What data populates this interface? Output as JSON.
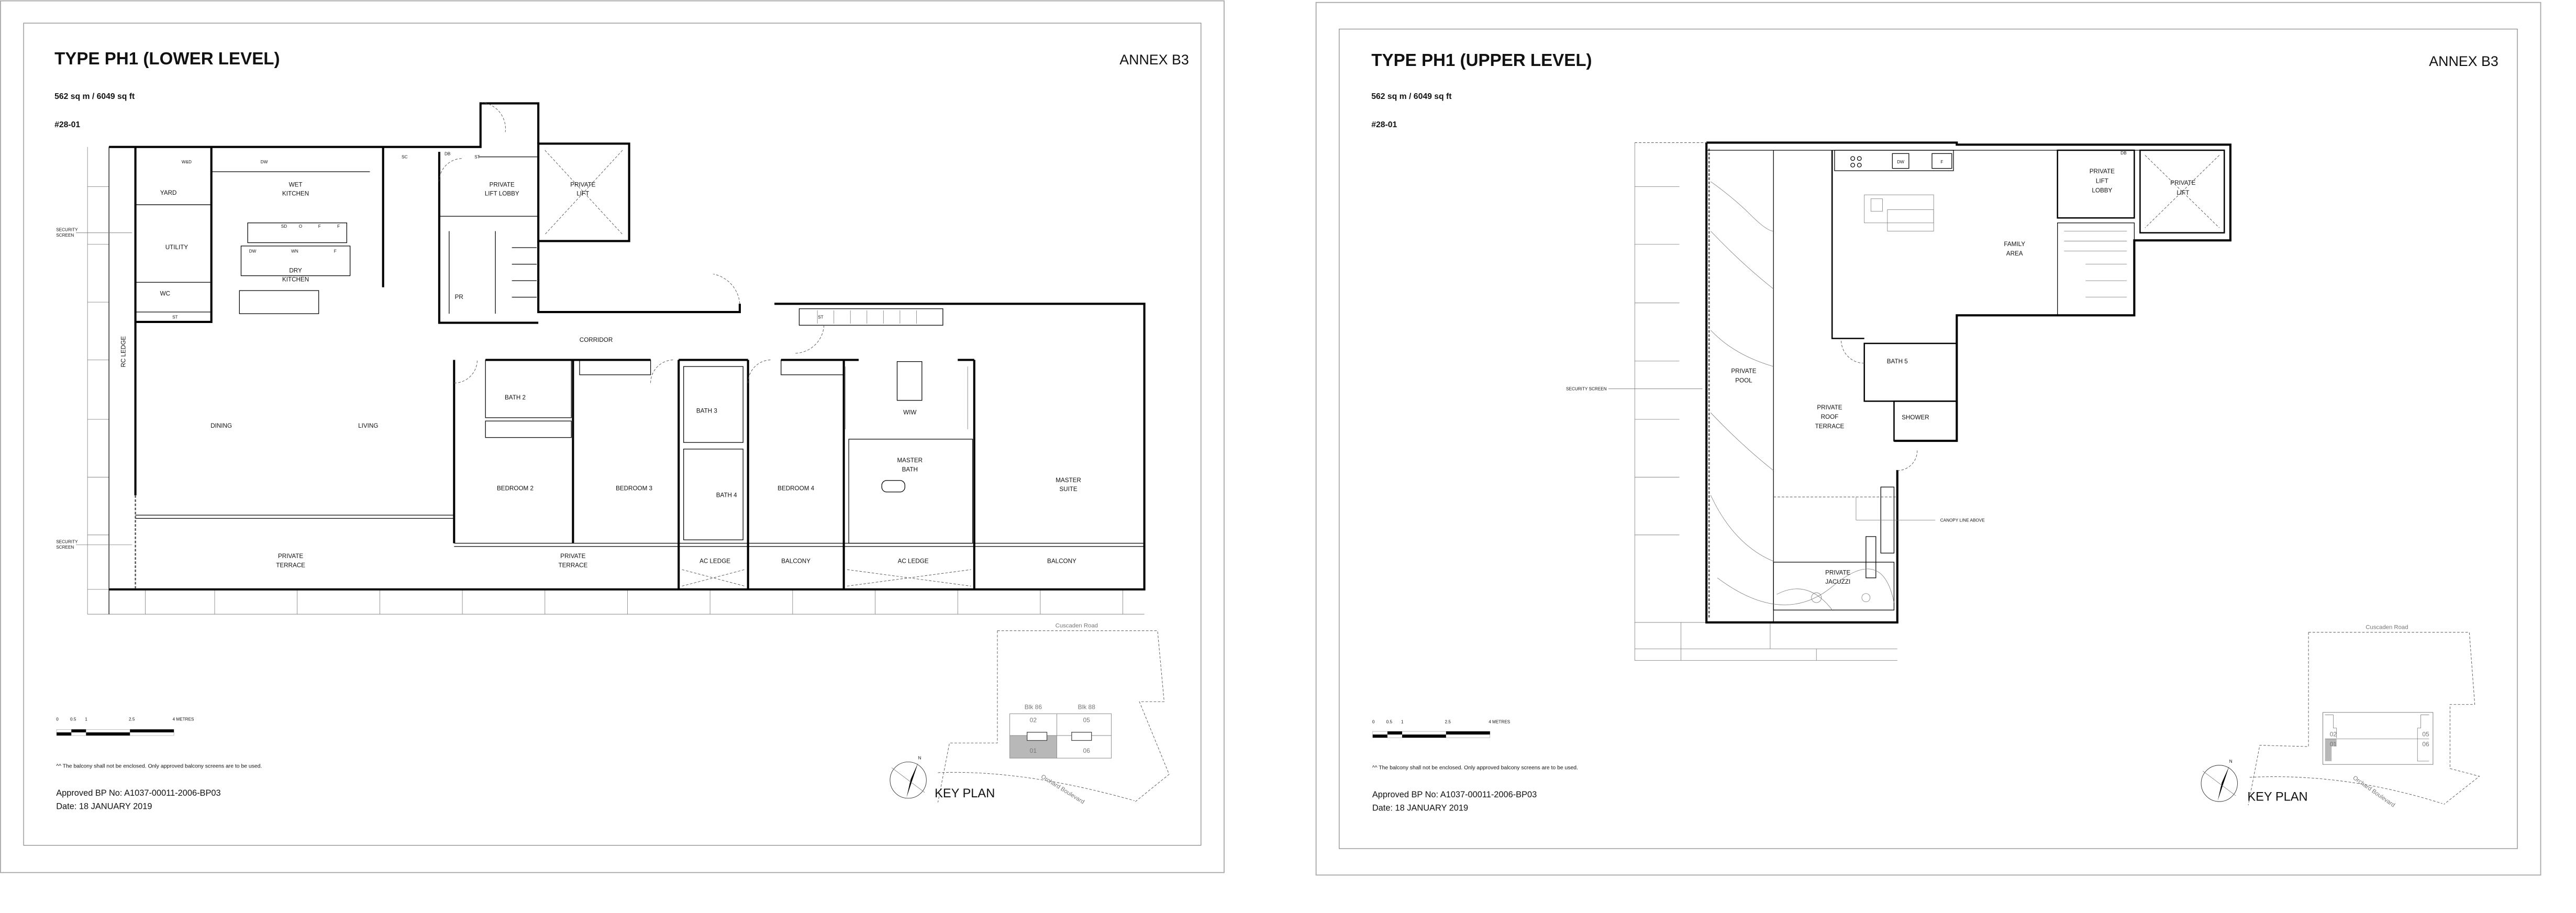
{
  "lower": {
    "title": "TYPE PH1 (LOWER LEVEL)",
    "annex": "ANNEX B3",
    "area": "562 sq m / 6049 sq ft",
    "unit": "#28-01",
    "rooms": {
      "yard": "YARD",
      "wet_kitchen": [
        "WET",
        "KITCHEN"
      ],
      "utility": "UTILITY",
      "dry_kitchen": [
        "DRY",
        "KITCHEN"
      ],
      "wc": "WC",
      "st_yard": "ST",
      "sc": "SC",
      "db": "DB",
      "st_lobby": "ST",
      "lift_lobby": [
        "PRIVATE",
        "LIFT LOBBY"
      ],
      "lift": [
        "PRIVATE",
        "LIFT"
      ],
      "pr": "PR",
      "st_corridor": "ST",
      "corridor": "CORRIDOR",
      "rc_ledge": "RC LEDGE",
      "dining": "DINING",
      "living": "LIVING",
      "bath2": "BATH 2",
      "bedroom2": "BEDROOM 2",
      "bedroom3": "BEDROOM 3",
      "bath3": "BATH 3",
      "bath4": "BATH 4",
      "bedroom4": "BEDROOM 4",
      "wiw": "WIW",
      "master_bath": [
        "MASTER",
        "BATH"
      ],
      "master_suite": [
        "MASTER",
        "SUITE"
      ],
      "private_terrace_1": [
        "PRIVATE",
        "TERRACE"
      ],
      "private_terrace_2": [
        "PRIVATE",
        "TERRACE"
      ],
      "ac_ledge_1": "AC LEDGE",
      "balcony_1": "BALCONY",
      "ac_ledge_2": "AC LEDGE",
      "balcony_2": "BALCONY"
    },
    "fixtures": {
      "wd": "W&D",
      "dw": "DW",
      "sd": "SD",
      "o": "O",
      "f1": "F",
      "f2": "F",
      "dw2": "DW",
      "wn": "WN",
      "f3": "F"
    },
    "security_screen": [
      "SECURITY",
      "SCREEN"
    ],
    "scale_ticks": [
      "0",
      "0.5",
      "1",
      "2.5",
      "4 METRES"
    ],
    "note": "^^ The balcony shall not be enclosed. Only approved balcony screens are to be used.",
    "approval": "Approved BP No: A1037-00011-2006-BP03",
    "date": "Date: 18 JANUARY 2019",
    "key_plan": {
      "label": "KEY PLAN",
      "north": "N",
      "road_top": "Cuscaden Road",
      "road_bottom": "Orchard Boulevard",
      "blocks": [
        "Blk 86",
        "Blk 88"
      ],
      "units": [
        "02",
        "05",
        "01",
        "06"
      ],
      "highlighted_unit": "01",
      "highlight_color": "#b8b8b8"
    }
  },
  "upper": {
    "title": "TYPE PH1 (UPPER LEVEL)",
    "annex": "ANNEX B3",
    "area": "562 sq m / 6049 sq ft",
    "unit": "#28-01",
    "rooms": {
      "lift_lobby": [
        "PRIVATE",
        "LIFT",
        "LOBBY"
      ],
      "lift": [
        "PRIVATE",
        "LIFT"
      ],
      "family_area": [
        "FAMILY",
        "AREA"
      ],
      "bath5": "BATH 5",
      "shower": "SHOWER",
      "roof_terrace": [
        "PRIVATE",
        "ROOF",
        "TERRACE"
      ],
      "pool": [
        "PRIVATE",
        "POOL"
      ],
      "jacuzzi": [
        "PRIVATE",
        "JACUZZI"
      ]
    },
    "fixtures": {
      "dw": "DW",
      "f": "F",
      "db": "DB"
    },
    "security_screen": "SECURITY SCREEN",
    "canopy": "CANOPY LINE ABOVE",
    "scale_ticks": [
      "0",
      "0.5",
      "1",
      "2.5",
      "4 METRES"
    ],
    "note": "^^ The balcony shall not be enclosed. Only approved balcony screens are to be used.",
    "approval": "Approved BP No: A1037-00011-2006-BP03",
    "date": "Date: 18 JANUARY 2019",
    "key_plan": {
      "label": "KEY PLAN",
      "north": "N",
      "road_top": "Cuscaden Road",
      "road_bottom": "Orchard Boulevard",
      "units": [
        "02",
        "05",
        "01",
        "06"
      ],
      "highlighted_unit": "01",
      "highlight_color": "#b8b8b8"
    }
  }
}
